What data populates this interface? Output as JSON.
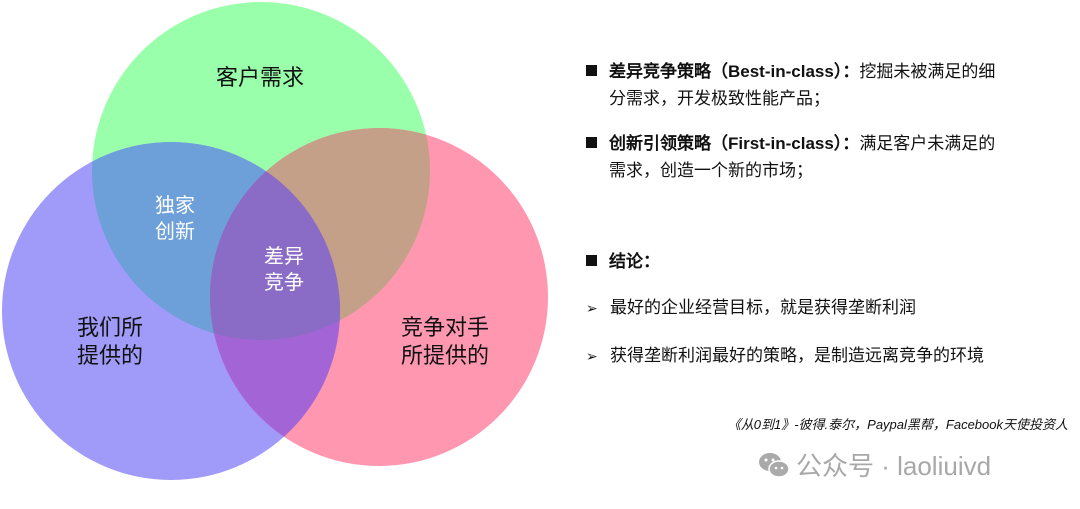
{
  "venn": {
    "top": "客户需求",
    "left": [
      "我们所",
      "提供的"
    ],
    "right": [
      "竞争对手",
      "所提供的"
    ],
    "top_left": [
      "独家",
      "创新"
    ],
    "center": [
      "差异",
      "竞争"
    ],
    "colors": {
      "top": "#99ffaa",
      "left": "#a09af8",
      "right": "#ff97b1",
      "top_left": "#6d9fd8",
      "top_right": "#c4a088",
      "left_right": "#a364d6",
      "center": "#8a6cc6"
    }
  },
  "strategies": [
    {
      "title": "差异竞争策略（Best-in-class）：",
      "line1": "挖掘未被满足的细",
      "line2": "分需求，开发极致性能产品；"
    },
    {
      "title": "创新引领策略（First-in-class）：",
      "line1": "满足客户未满足的",
      "line2": "需求，创造一个新的市场；"
    }
  ],
  "conclusion": {
    "title": "结论：",
    "points": [
      "最好的企业经营目标，就是获得垄断利润",
      "获得垄断利润最好的策略，是制造远离竞争的环境"
    ]
  },
  "quote": "《从0到1》-彼得.泰尔，Paypal黑帮，Facebook天使投资人",
  "watermark": "公众号 · laoliuivd"
}
